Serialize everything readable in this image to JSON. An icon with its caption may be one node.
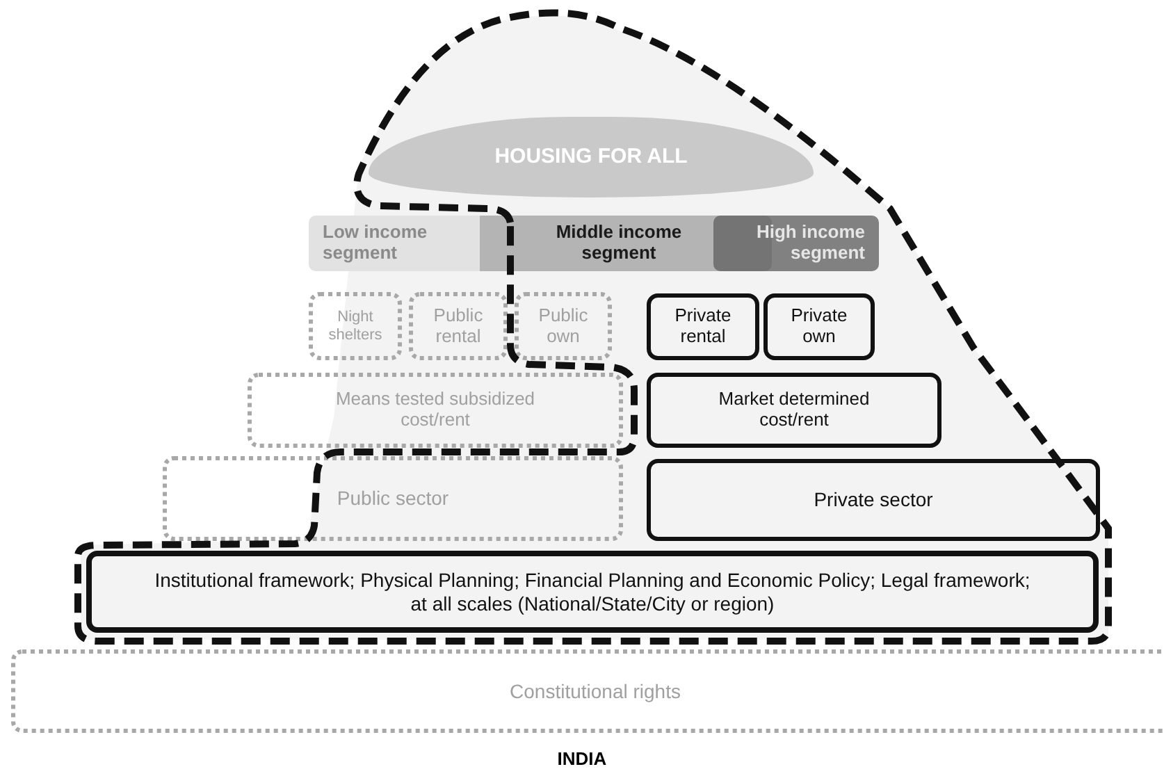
{
  "diagram": {
    "nodes": [
      {
        "text": [
          "HOUSING FOR ALL"
        ]
      },
      {
        "text": [
          "Low income segment"
        ]
      },
      {
        "text": [
          "Middle income segment"
        ]
      },
      {
        "text": [
          "High income segment"
        ]
      },
      {
        "text": [
          "Night shelters"
        ]
      },
      {
        "text": [
          "Public rental"
        ]
      },
      {
        "text": [
          "Public own"
        ]
      },
      {
        "text": [
          "Private rental"
        ]
      },
      {
        "text": [
          "Private own"
        ]
      },
      {
        "text": [
          "Means tested subsidized cost/rent"
        ]
      },
      {
        "text": [
          "Market determined cost/rent"
        ]
      },
      {
        "text": [
          "Public sector"
        ]
      },
      {
        "text": [
          "Private sector"
        ]
      },
      {
        "text": [
          "Institutional framework; Physical Planning; Financial Planning and Economic Policy; Legal framework; at all scales (National/State/City or region)"
        ]
      },
      {
        "text": [
          "Constitutional rights"
        ]
      }
    ],
    "labels": [
      "INDIA"
    ]
  }
}
